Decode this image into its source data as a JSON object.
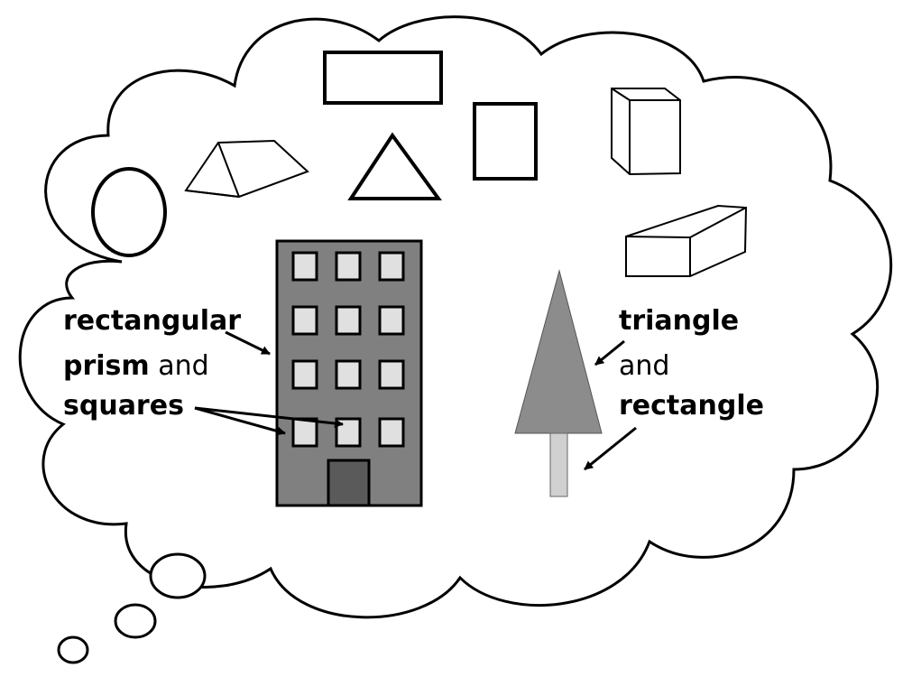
{
  "colors": {
    "outline": "#000000",
    "building": "#808080",
    "window": "#e0e0e0",
    "door": "#5a5a5a",
    "tree": "#8c8c8c",
    "trunk": "#d0d0d0",
    "background": "#ffffff"
  },
  "shapes": [
    "oval",
    "triangular-prism",
    "rectangle",
    "triangle",
    "rectangle",
    "cube",
    "rectangular-prism"
  ],
  "labels": {
    "building": {
      "line1": "rectangular",
      "line2_bold": "prism",
      "line2_rest": " and",
      "line3": "squares"
    },
    "tree": {
      "line1": "triangle",
      "line2": "and",
      "line3": "rectangle"
    }
  }
}
